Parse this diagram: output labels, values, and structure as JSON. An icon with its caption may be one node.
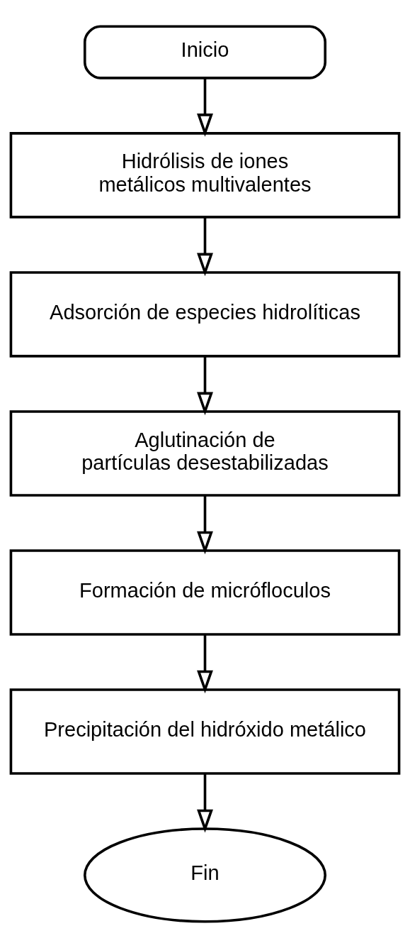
{
  "diagram": {
    "nodes": [
      {
        "text": [
          "Inicio"
        ]
      },
      {
        "text": [
          "Hidrólisis de iones metálicos multivalentes"
        ]
      },
      {
        "text": [
          "Adsorción de especies hidrolíticas"
        ]
      },
      {
        "text": [
          "Aglutinación de partículas desestabilizadas"
        ]
      },
      {
        "text": [
          "Formación de micrófloculos"
        ]
      },
      {
        "text": [
          "Precipitación del hidróxido metálico"
        ]
      },
      {
        "text": [
          "Fin"
        ]
      }
    ],
    "edges": [
      {
        "from": 0,
        "to": 1,
        "arrow": "to"
      },
      {
        "from": 1,
        "to": 2,
        "arrow": "to"
      },
      {
        "from": 2,
        "to": 3,
        "arrow": "to"
      },
      {
        "from": 3,
        "to": 4,
        "arrow": "to"
      },
      {
        "from": 4,
        "to": 5,
        "arrow": "to"
      },
      {
        "from": 5,
        "to": 6,
        "arrow": "to"
      }
    ]
  }
}
